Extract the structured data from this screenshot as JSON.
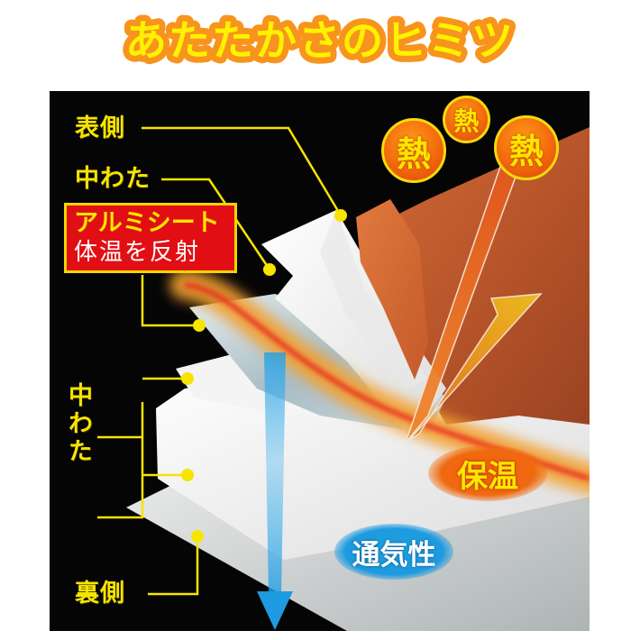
{
  "title": {
    "text": "あたたかさのヒミツ",
    "fill_color": "#fff200",
    "outline_color": "#f7941d"
  },
  "diagram": {
    "background_color": "#050505",
    "callout_color": "#f7e400",
    "labels": {
      "outer_side": "表側",
      "inner_padding_top": "中わた",
      "inner_padding_middle": "中わた",
      "back_side": "裏側"
    },
    "aluminum_box": {
      "heading": "アルミシート",
      "subtext": "体温を反射",
      "background_color": "#e10f14",
      "border_color": "#f3d400"
    },
    "heat_badges": [
      {
        "text": "熱",
        "size": "large"
      },
      {
        "text": "熱",
        "size": "small"
      },
      {
        "text": "熱",
        "size": "large"
      }
    ],
    "features": {
      "insulation": {
        "text": "保温",
        "color": "#f0690f"
      },
      "breathability": {
        "text": "通気性",
        "color": "#1e9be0"
      }
    },
    "layers": [
      {
        "name": "表側",
        "color": "#c8602c"
      },
      {
        "name": "中わた",
        "color": "#f2f2f2"
      },
      {
        "name": "アルミシート",
        "color": "#b9c6cc"
      },
      {
        "name": "中わた",
        "color": "#eeeeee"
      },
      {
        "name": "裏側",
        "color": "#d9dcdc"
      }
    ]
  }
}
